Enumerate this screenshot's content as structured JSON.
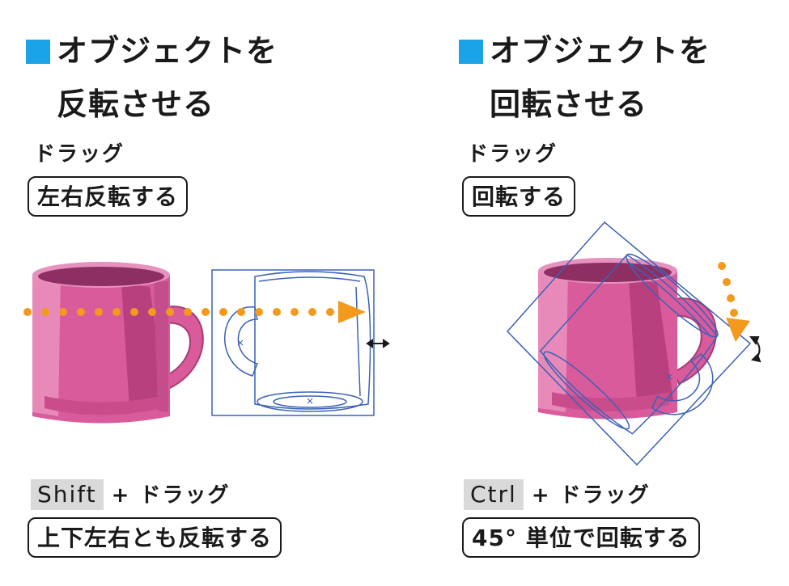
{
  "left": {
    "heading_line1": "オブジェクトを",
    "heading_line2": "反転させる",
    "drag_label": "ドラッグ",
    "action": "左右反転する",
    "modifier_key": "Shift",
    "modifier_plus": "+ ドラッグ",
    "modifier_action": "上下左右とも反転する"
  },
  "right": {
    "heading_line1": "オブジェクトを",
    "heading_line2": "回転させる",
    "drag_label": "ドラッグ",
    "action": "回転する",
    "modifier_key": "Ctrl",
    "modifier_plus": "+ ドラッグ",
    "modifier_action": "45° 単位で回転する"
  },
  "colors": {
    "accent_square": "#1aa3e6",
    "mug_pink": "#d95b9c",
    "arrow_orange": "#f39a1e",
    "outline_blue": "#3b62b5"
  },
  "icons": {
    "heading_marker": "blue-square-icon",
    "flip_handle": "horizontal-resize-cursor-icon",
    "rotate_handle": "rotate-cursor-icon"
  }
}
